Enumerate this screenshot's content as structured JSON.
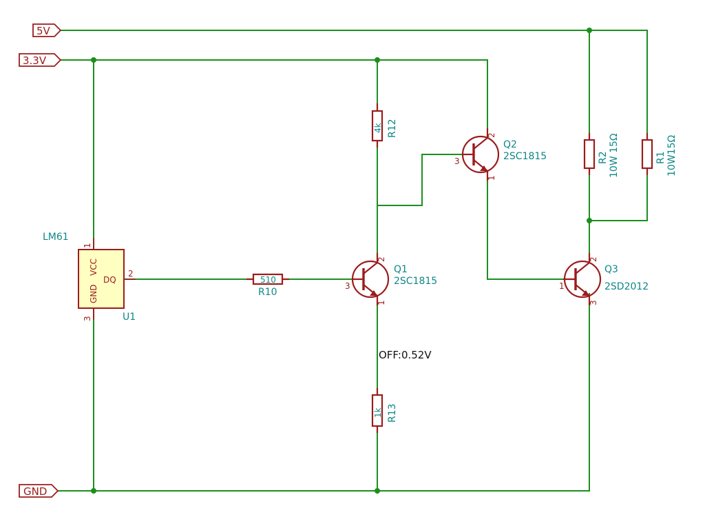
{
  "ports": {
    "v5": "5V",
    "v33": "3.3V",
    "gnd": "GND"
  },
  "u1": {
    "ref": "U1",
    "part": "LM61",
    "pin_vcc_label": "VCC",
    "pin_gnd_label": "GND",
    "pin_dq_label": "DQ",
    "pin1": "1",
    "pin2": "2",
    "pin3": "3"
  },
  "r10": {
    "ref": "R10",
    "value": "510"
  },
  "r12": {
    "ref": "R12",
    "value": "4k"
  },
  "r13": {
    "ref": "R13",
    "value": "1k"
  },
  "r1": {
    "ref": "R1",
    "value": "10W15Ω"
  },
  "r2": {
    "ref": "R2",
    "value": "10W 15Ω"
  },
  "q1": {
    "ref": "Q1",
    "part": "2SC1815",
    "pin1": "1",
    "pin2": "2",
    "pin3": "3"
  },
  "q2": {
    "ref": "Q2",
    "part": "2SC1815",
    "pin1": "1",
    "pin2": "2",
    "pin3": "3"
  },
  "q3": {
    "ref": "Q3",
    "part": "2SD2012",
    "pin1": "1",
    "pin2": "2",
    "pin3": "3"
  },
  "note": "OFF:0.52V",
  "colors": {
    "wire": "#1c8f1c",
    "component": "#9b1c1c",
    "label": "#0e8787",
    "ic_fill": "#ffffc2"
  }
}
